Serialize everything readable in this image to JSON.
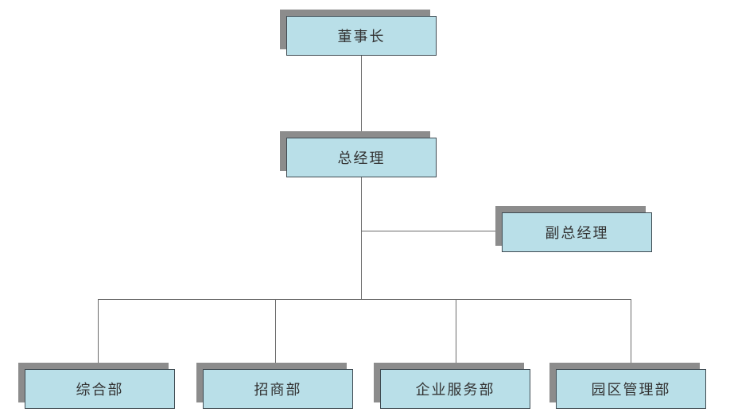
{
  "nodes": {
    "chairman": "董事长",
    "general_manager": "总经理",
    "deputy_general_manager": "副总经理",
    "dept_general_affairs": "综合部",
    "dept_investment": "招商部",
    "dept_enterprise_services": "企业服务部",
    "dept_park_management": "园区管理部"
  },
  "colors": {
    "node_fill": "#b9dfe8",
    "node_border": "#3f4b52",
    "shadow": "#8c8c8c",
    "connector": "#6b6b6b"
  }
}
